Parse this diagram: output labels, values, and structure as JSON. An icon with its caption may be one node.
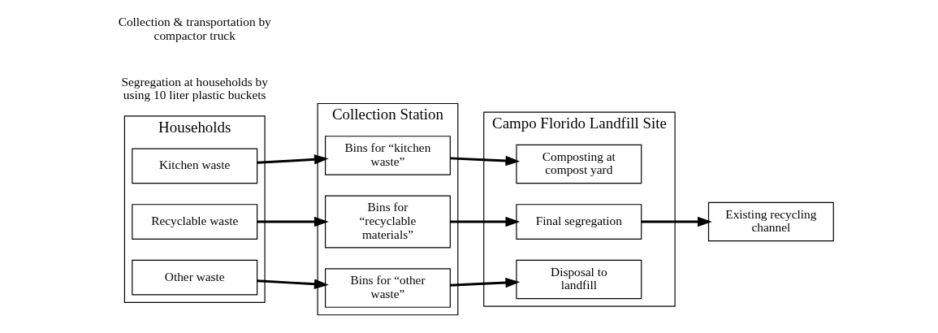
{
  "diagram": {
    "nodes": [
      {
        "text": [
          "Households"
        ]
      },
      {
        "text": [
          "Kitchen waste"
        ],
        "in": 0
      },
      {
        "text": [
          "Recyclable waste"
        ],
        "in": 0
      },
      {
        "text": [
          "Other waste"
        ],
        "in": 0
      },
      {
        "text": [
          "Collection Station"
        ]
      },
      {
        "text": [
          "Bins for “kitchen waste”"
        ],
        "in": 4
      },
      {
        "text": [
          "Bins for “recyclable materials”"
        ],
        "in": 4
      },
      {
        "text": [
          "Bins for “other waste”"
        ],
        "in": 4
      },
      {
        "text": [
          "Campo Florido Landfill Site"
        ]
      },
      {
        "text": [
          "Composting at compost yard"
        ],
        "in": 8
      },
      {
        "text": [
          "Final segregation"
        ],
        "in": 8
      },
      {
        "text": [
          "Disposal to landfill"
        ],
        "in": 8
      },
      {
        "text": [
          "Existing recycling channel"
        ]
      }
    ],
    "edges": [
      {
        "from": 1,
        "to": 5,
        "arrow": "to"
      },
      {
        "from": 2,
        "to": 6,
        "arrow": "to"
      },
      {
        "from": 3,
        "to": 7,
        "arrow": "to"
      },
      {
        "from": 5,
        "to": 9,
        "arrow": "to"
      },
      {
        "from": 6,
        "to": 10,
        "arrow": "to"
      },
      {
        "from": 7,
        "to": 11,
        "arrow": "to"
      },
      {
        "from": 10,
        "to": 12,
        "arrow": "to"
      }
    ],
    "labels": [
      "Segregation at households by using 10 liter plastic buckets",
      "Collection & transportation by compactor truck"
    ]
  }
}
